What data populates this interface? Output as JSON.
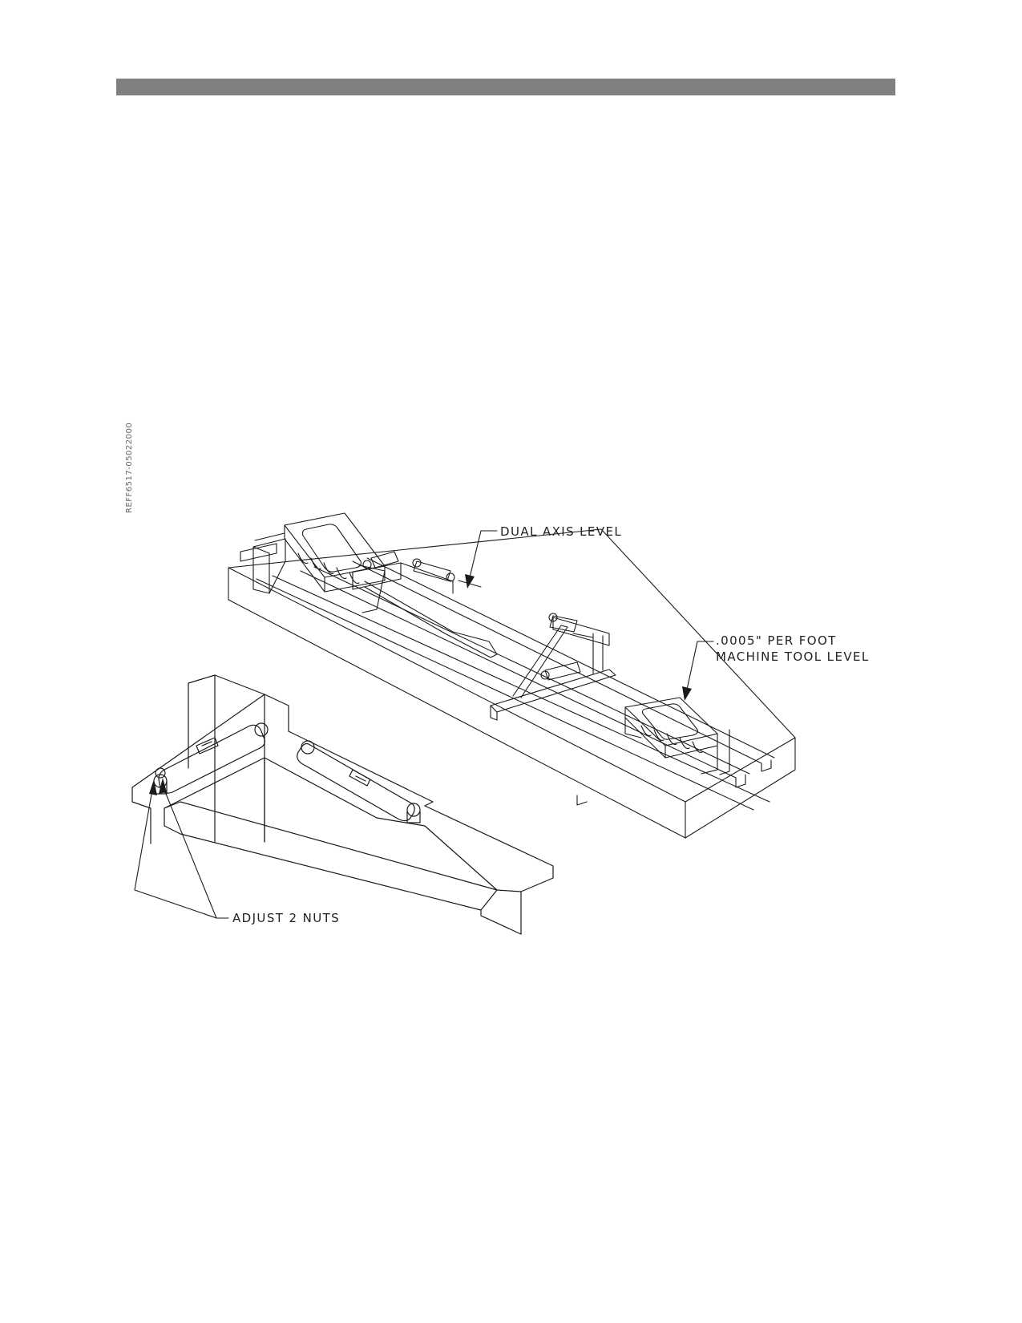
{
  "page": {
    "reference_code": "REFF6517-05022000",
    "header_bar_color": "#808080",
    "line_color": "#1a1a1a"
  },
  "callouts": {
    "dual_axis_level": "DUAL AXIS LEVEL",
    "machine_tool_level_line1": ".0005\" PER FOOT",
    "machine_tool_level_line2": "MACHINE TOOL LEVEL",
    "adjust_nuts": "ADJUST 2 NUTS"
  }
}
